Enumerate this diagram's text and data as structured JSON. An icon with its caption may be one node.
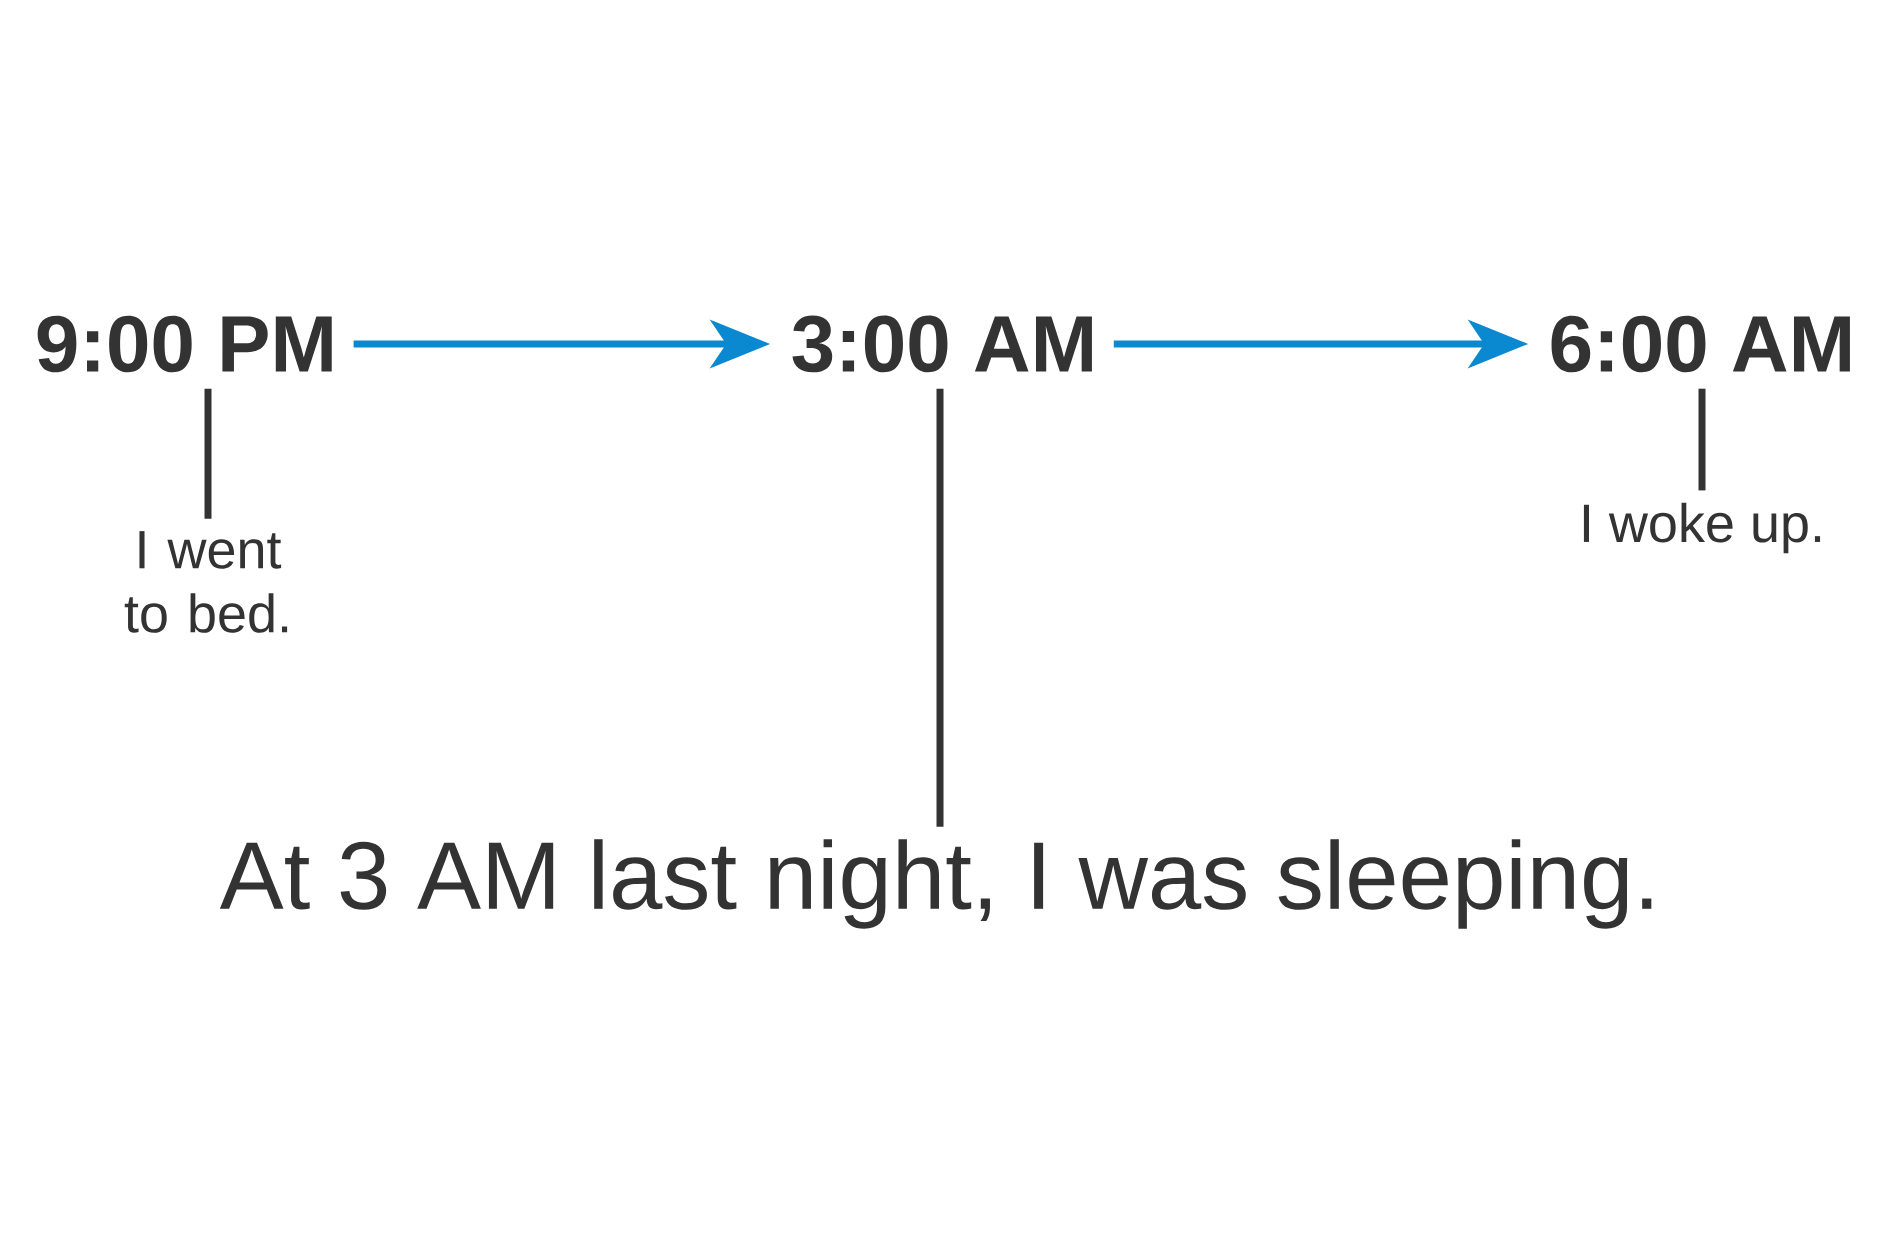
{
  "diagram": {
    "nodes": [
      {
        "text": [
          "9:00 PM"
        ]
      },
      {
        "text": [
          "3:00 AM"
        ]
      },
      {
        "text": [
          "6:00 AM"
        ]
      },
      {
        "text": [
          "I went to bed."
        ]
      },
      {
        "text": [
          "At 3 AM last night, I was sleeping."
        ]
      },
      {
        "text": [
          "I woke up."
        ]
      }
    ],
    "edges": [
      {
        "from": 0,
        "to": 1,
        "arrow": "to",
        "color": "#0a88d0"
      },
      {
        "from": 1,
        "to": 2,
        "arrow": "to",
        "color": "#0a88d0"
      },
      {
        "from": 0,
        "to": 3,
        "arrow": "none"
      },
      {
        "from": 1,
        "to": 4,
        "arrow": "none"
      },
      {
        "from": 2,
        "to": 5,
        "arrow": "none"
      }
    ]
  }
}
